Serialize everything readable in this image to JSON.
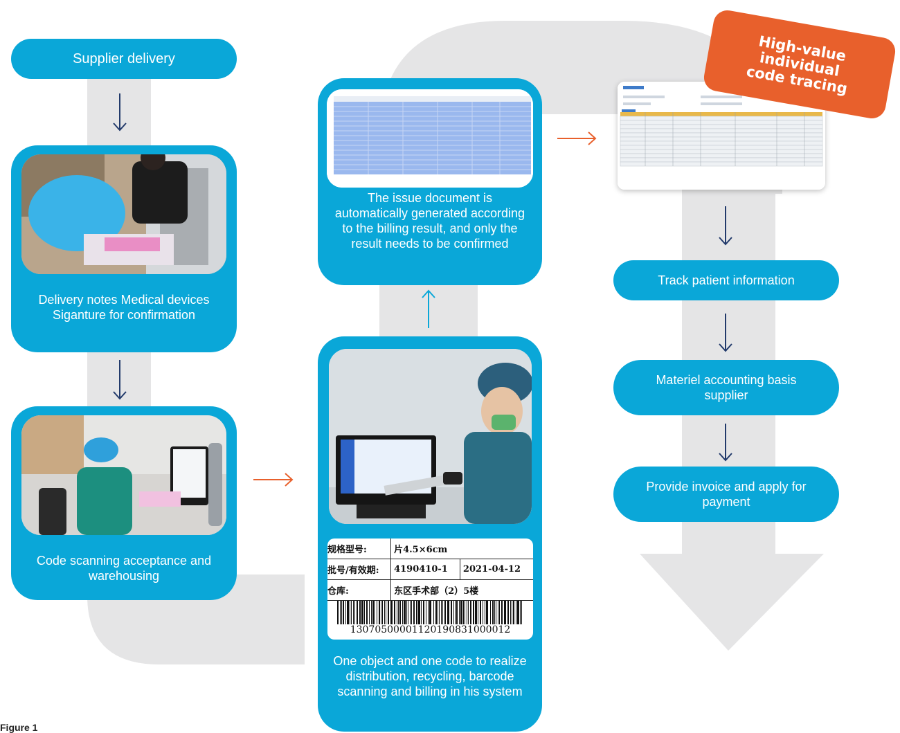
{
  "steps": {
    "supplier_delivery": "Supplier delivery",
    "delivery_notes": "Delivery notes Medical devices Siganture for confirmation",
    "code_scanning": "Code scanning acceptance and warehousing",
    "one_object": "One object and one code to realize distribution, recycling, barcode scanning and billing in his system",
    "issue_document": "The issue document is automatically generated according to the billing result, and only the result needs to be confirmed",
    "track_patient": "Track patient information",
    "materiel_accounting": "Materiel accounting basis supplier",
    "provide_invoice": "Provide invoice and apply for payment"
  },
  "badge": "High-value individual code tracing",
  "barcode_label": {
    "spec_key": "规格型号:",
    "spec_val": "片4.5×6cm",
    "batch_key": "批号/有效期:",
    "batch_val": "4190410-1",
    "expiry_val": "2021-04-12",
    "store_key": "仓库:",
    "store_val": "东区手术部（2）5楼",
    "barcode_number": "1307050000112019083100001​2"
  },
  "figure_label": "Figure 1",
  "colors": {
    "pill": "#0aa7d8",
    "track": "#e5e5e6",
    "arrow_dark": "#223a6b",
    "arrow_orange": "#e8602c",
    "arrow_cyan": "#0aa7d8",
    "badge": "#e8602c"
  }
}
